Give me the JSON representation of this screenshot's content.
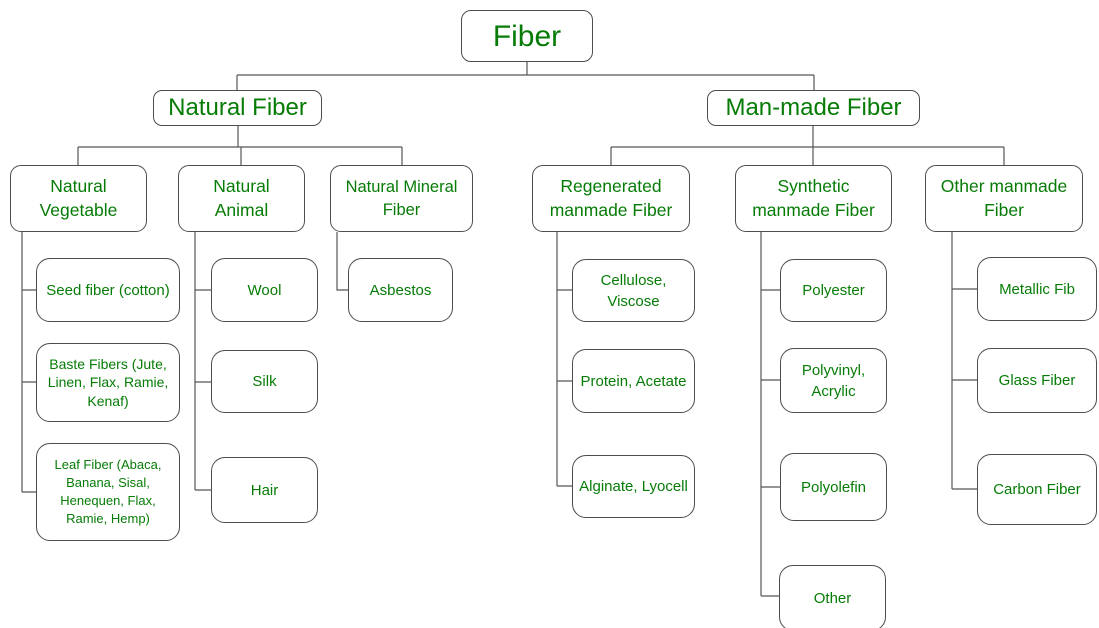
{
  "diagram_title": "Fiber classification tree",
  "colors": {
    "text_green": "#067c06",
    "box_border": "#4d4d4d",
    "connector_line": "#565656",
    "background": "#ffffff"
  },
  "nodes": {
    "fiber": "Fiber",
    "natural_fiber": "Natural Fiber",
    "manmade_fiber": "Man-made Fiber",
    "natural_vegetable": "Natural Vegetable",
    "natural_animal": "Natural Animal",
    "natural_mineral": "Natural Mineral Fiber",
    "regenerated": "Regenerated manmade Fiber",
    "synthetic": "Synthetic manmade Fiber",
    "other_manmade": "Other manmade Fiber",
    "seed": "Seed fiber (cotton)",
    "baste": "Baste Fibers (Jute, Linen, Flax, Ramie, Kenaf)",
    "leaf_fiber": "Leaf Fiber (Abaca, Banana, Sisal, Henequen, Flax, Ramie, Hemp)",
    "wool": "Wool",
    "silk": "Silk",
    "hair": "Hair",
    "asbestos": "Asbestos",
    "cellulose": "Cellulose, Viscose",
    "protein": "Protein, Acetate",
    "alginate": "Alginate, Lyocell",
    "polyester": "Polyester",
    "polyvinyl": "Polyvinyl, Acrylic",
    "polyolefin": "Polyolefin",
    "other": "Other",
    "metallic": "Metallic Fib",
    "glass": "Glass Fiber",
    "carbon": "Carbon Fiber"
  },
  "tree": {
    "Fiber": {
      "Natural Fiber": {
        "Natural Vegetable": [
          "Seed fiber (cotton)",
          "Baste Fibers (Jute, Linen, Flax, Ramie, Kenaf)",
          "Leaf Fiber (Abaca, Banana, Sisal, Henequen, Flax, Ramie, Hemp)"
        ],
        "Natural Animal": [
          "Wool",
          "Silk",
          "Hair"
        ],
        "Natural Mineral Fiber": [
          "Asbestos"
        ]
      },
      "Man-made Fiber": {
        "Regenerated manmade Fiber": [
          "Cellulose, Viscose",
          "Protein, Acetate",
          "Alginate, Lyocell"
        ],
        "Synthetic manmade Fiber": [
          "Polyester",
          "Polyvinyl, Acrylic",
          "Polyolefin",
          "Other"
        ],
        "Other manmade Fiber": [
          "Metallic Fib",
          "Glass Fiber",
          "Carbon Fiber"
        ]
      }
    }
  }
}
